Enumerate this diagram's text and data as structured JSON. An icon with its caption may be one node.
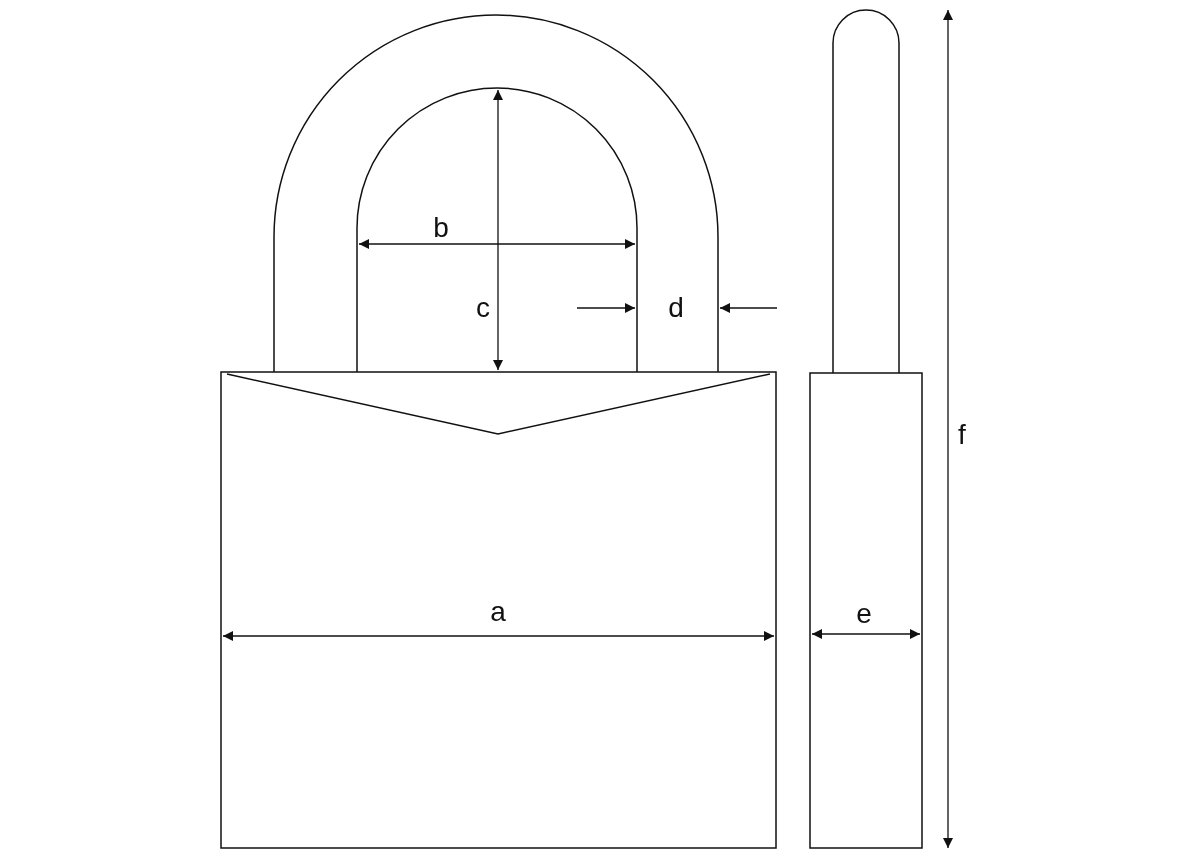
{
  "diagram": {
    "labels": [
      "b",
      "c",
      "d",
      "f",
      "a",
      "e"
    ]
  }
}
